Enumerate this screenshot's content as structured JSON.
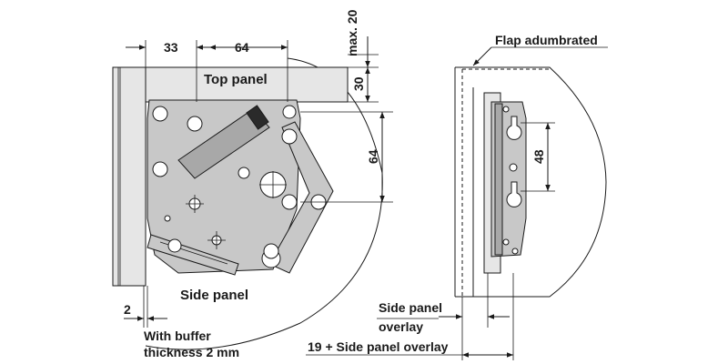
{
  "labels": {
    "top_panel": "Top panel",
    "side_panel": "Side panel",
    "flap_adumbrated": "Flap adumbrated",
    "buffer_line1": "With buffer",
    "buffer_line2": "thickness 2 mm",
    "side_panel_overlay_line1": "Side panel",
    "side_panel_overlay_line2": "overlay",
    "nineteen_overlay": "19 + Side panel overlay"
  },
  "dimensions": {
    "d33": "33",
    "d64_top": "64",
    "max20": "max. 20",
    "d30": "30",
    "d64_side": "64",
    "d2": "2",
    "d48": "48"
  }
}
